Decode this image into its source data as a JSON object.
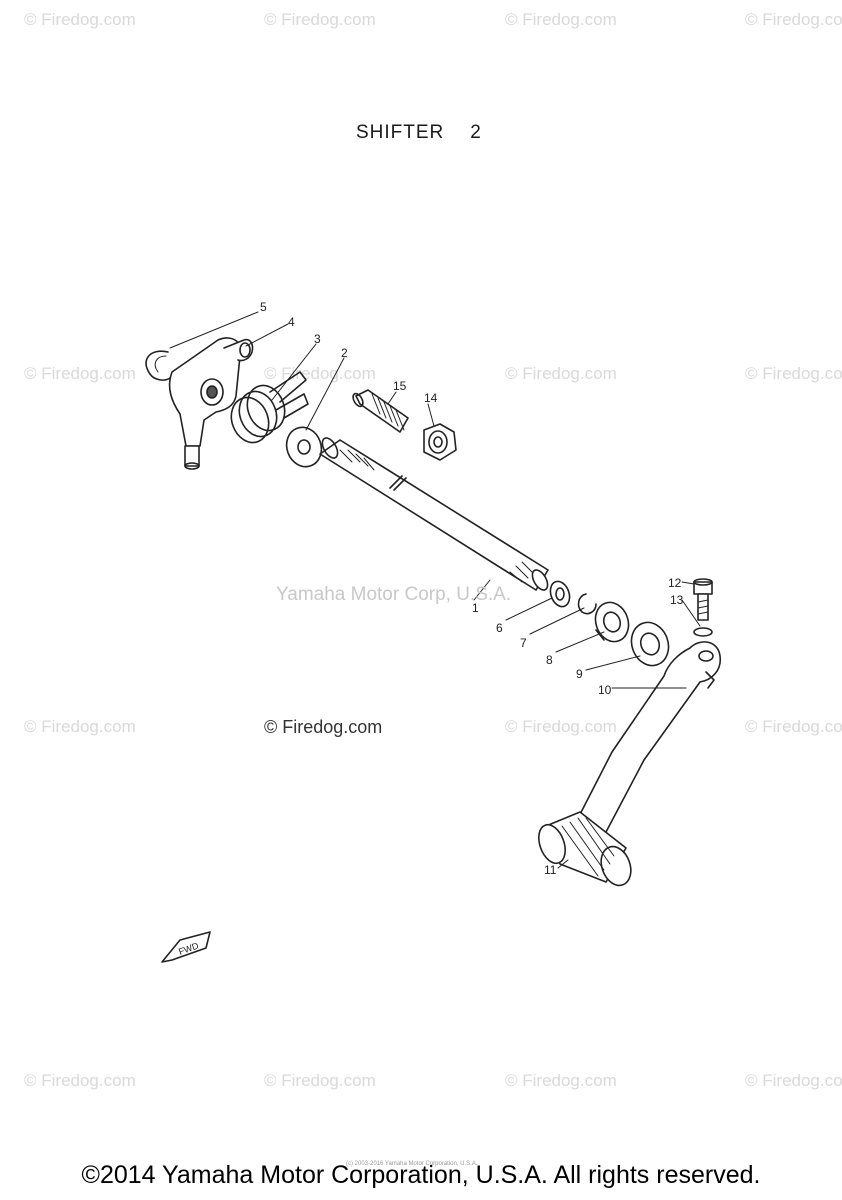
{
  "title": {
    "text": "SHIFTER",
    "number": "2"
  },
  "watermark": "© Firedog.com",
  "center_watermark": "Yamaha Motor Corp, U.S.A.",
  "firedog_label": "© Firedog.com",
  "fwd_label": "FWD",
  "tiny_text": "(c) 2003-2016 Yamaha Motor Corporation, U.S.A.",
  "copyright": "©2014 Yamaha Motor Corporation, U.S.A. All rights reserved.",
  "callouts": [
    "1",
    "2",
    "3",
    "4",
    "5",
    "6",
    "7",
    "8",
    "9",
    "10",
    "11",
    "12",
    "13",
    "14",
    "15"
  ]
}
